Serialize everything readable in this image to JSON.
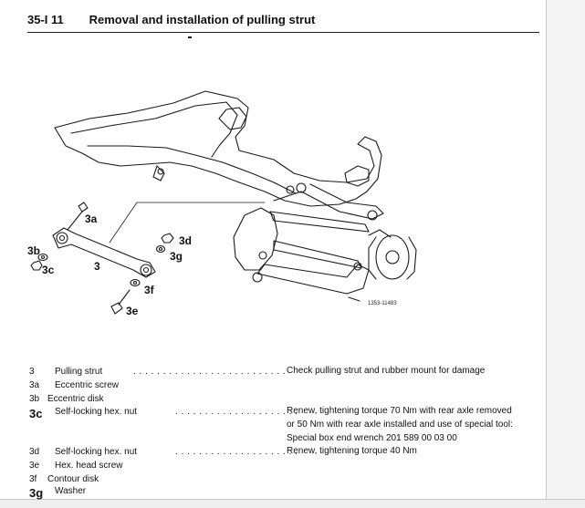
{
  "header": {
    "section": "35-I 11",
    "title": "Removal and installation of pulling strut"
  },
  "figure": {
    "callouts": {
      "c3a": "3a",
      "c3b": "3b",
      "c3c": "3c",
      "c3": "3",
      "c3d": "3d",
      "c3g": "3g",
      "c3f": "3f",
      "c3e": "3e"
    },
    "reference_number": "1353-11483"
  },
  "parts": [
    {
      "id": "3",
      "name": "Pulling    strut",
      "dots": ". . . . . . . . . . . . . . . . . . . . . . . . . ."
    },
    {
      "id": "3a",
      "name": "Eccentric   screw",
      "dots": ""
    },
    {
      "id": "3b",
      "name": "Eccentric  disk",
      "dots": ""
    },
    {
      "id": "3c",
      "name": "Self-locking      hex.       nut",
      "dots": ". . . . . . . . . . . . . . . . . . . . ."
    },
    {
      "id": "3d",
      "name": "Self-locking      hex.       nut",
      "dots": ". . . . . . . . . . . . . . . . . . . . ."
    },
    {
      "id": "3e",
      "name": "Hex.  head  screw",
      "dots": ""
    },
    {
      "id": "3f",
      "name": "Contour  disk",
      "dots": ""
    },
    {
      "id": "3g",
      "name": "Washer",
      "dots": ""
    }
  ],
  "notes": {
    "n1": "Check  pulling  strut  and  rubber  mount  for  damage",
    "n2_line1": "Renew,  tightening  torque  70  Nm  with  rear  axle  removed",
    "n2_line2": "or  50  Nm  with  rear  axle  installed  and  use  of  special  tool:",
    "n2_line3": "Special  box  end  wrench  201  589  00  03  00",
    "n3": "Renew,  tightening  torque  40  Nm"
  }
}
